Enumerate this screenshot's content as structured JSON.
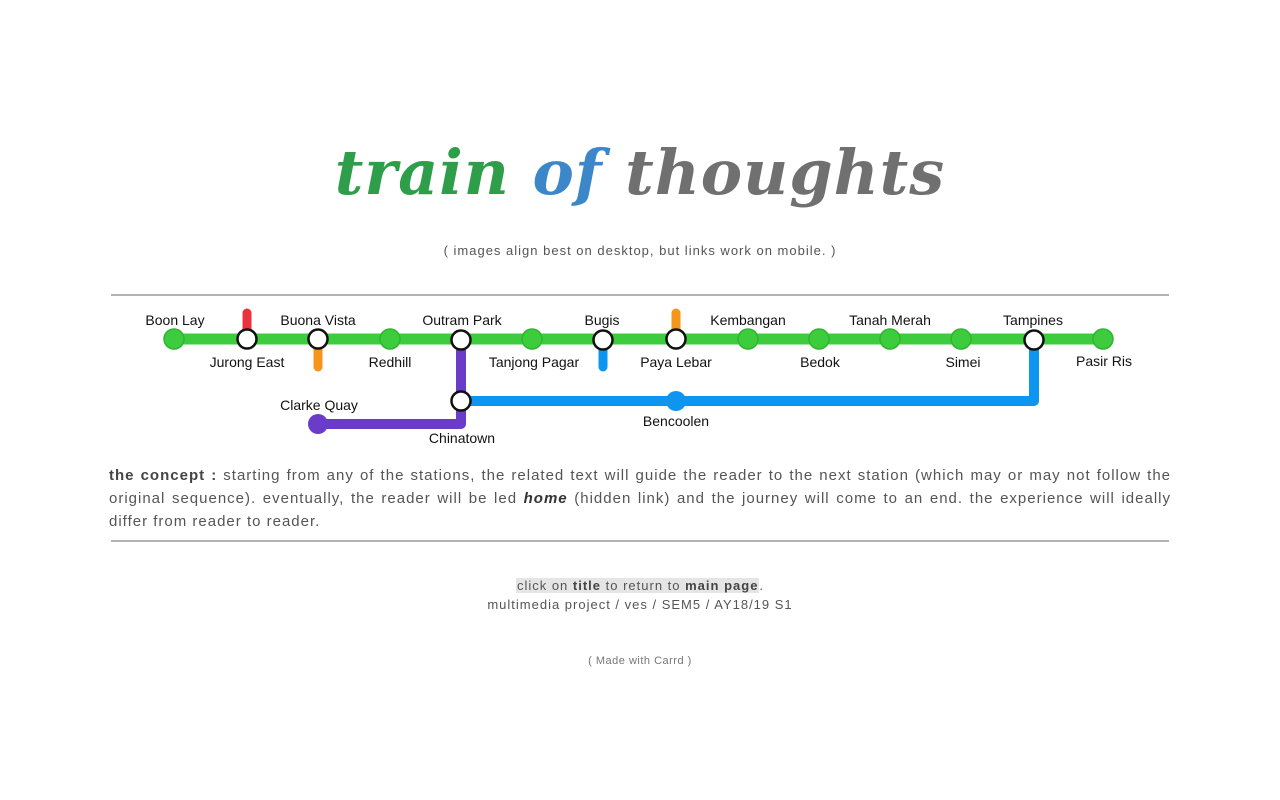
{
  "title": {
    "word1": "train",
    "word2": "of",
    "word3": "thoughts",
    "colors": {
      "word1": "#2e9e4a",
      "word2": "#3b87c9",
      "word3": "#707070"
    }
  },
  "subtitle": "( images align best on desktop, but links work on mobile. )",
  "map": {
    "line_colors": {
      "green": "#3dcc3d",
      "purple": "#6a3cc9",
      "blue": "#0d96f0",
      "red": "#e8333c",
      "orange": "#f5951a"
    },
    "stations": [
      {
        "name": "Boon Lay",
        "type": "station"
      },
      {
        "name": "Jurong East",
        "type": "interchange"
      },
      {
        "name": "Buona Vista",
        "type": "interchange"
      },
      {
        "name": "Redhill",
        "type": "station"
      },
      {
        "name": "Outram Park",
        "type": "interchange"
      },
      {
        "name": "Tanjong Pagar",
        "type": "station"
      },
      {
        "name": "Bugis",
        "type": "interchange"
      },
      {
        "name": "Paya Lebar",
        "type": "interchange"
      },
      {
        "name": "Kembangan",
        "type": "station"
      },
      {
        "name": "Bedok",
        "type": "station"
      },
      {
        "name": "Tanah Merah",
        "type": "station"
      },
      {
        "name": "Simei",
        "type": "station"
      },
      {
        "name": "Tampines",
        "type": "interchange"
      },
      {
        "name": "Pasir Ris",
        "type": "station"
      },
      {
        "name": "Chinatown",
        "type": "interchange"
      },
      {
        "name": "Clarke Quay",
        "type": "station"
      },
      {
        "name": "Bencoolen",
        "type": "station"
      }
    ]
  },
  "concept": {
    "label": "the concept :",
    "text1": " starting from any of the stations, the related text will guide the reader to the next station (which may or may not follow the original sequence). eventually, the reader will be led ",
    "home": "home",
    "text2": " (hidden link) and the journey will come to an end. the experience will ideally differ from reader to reader."
  },
  "footer": {
    "click_on": "click on ",
    "title_word": "title",
    "to_return": " to return to ",
    "main_page": "main page",
    "period": ".",
    "credits": "multimedia project / ves / SEM5 / AY18/19 S1",
    "made_with": "( Made with Carrd )"
  }
}
